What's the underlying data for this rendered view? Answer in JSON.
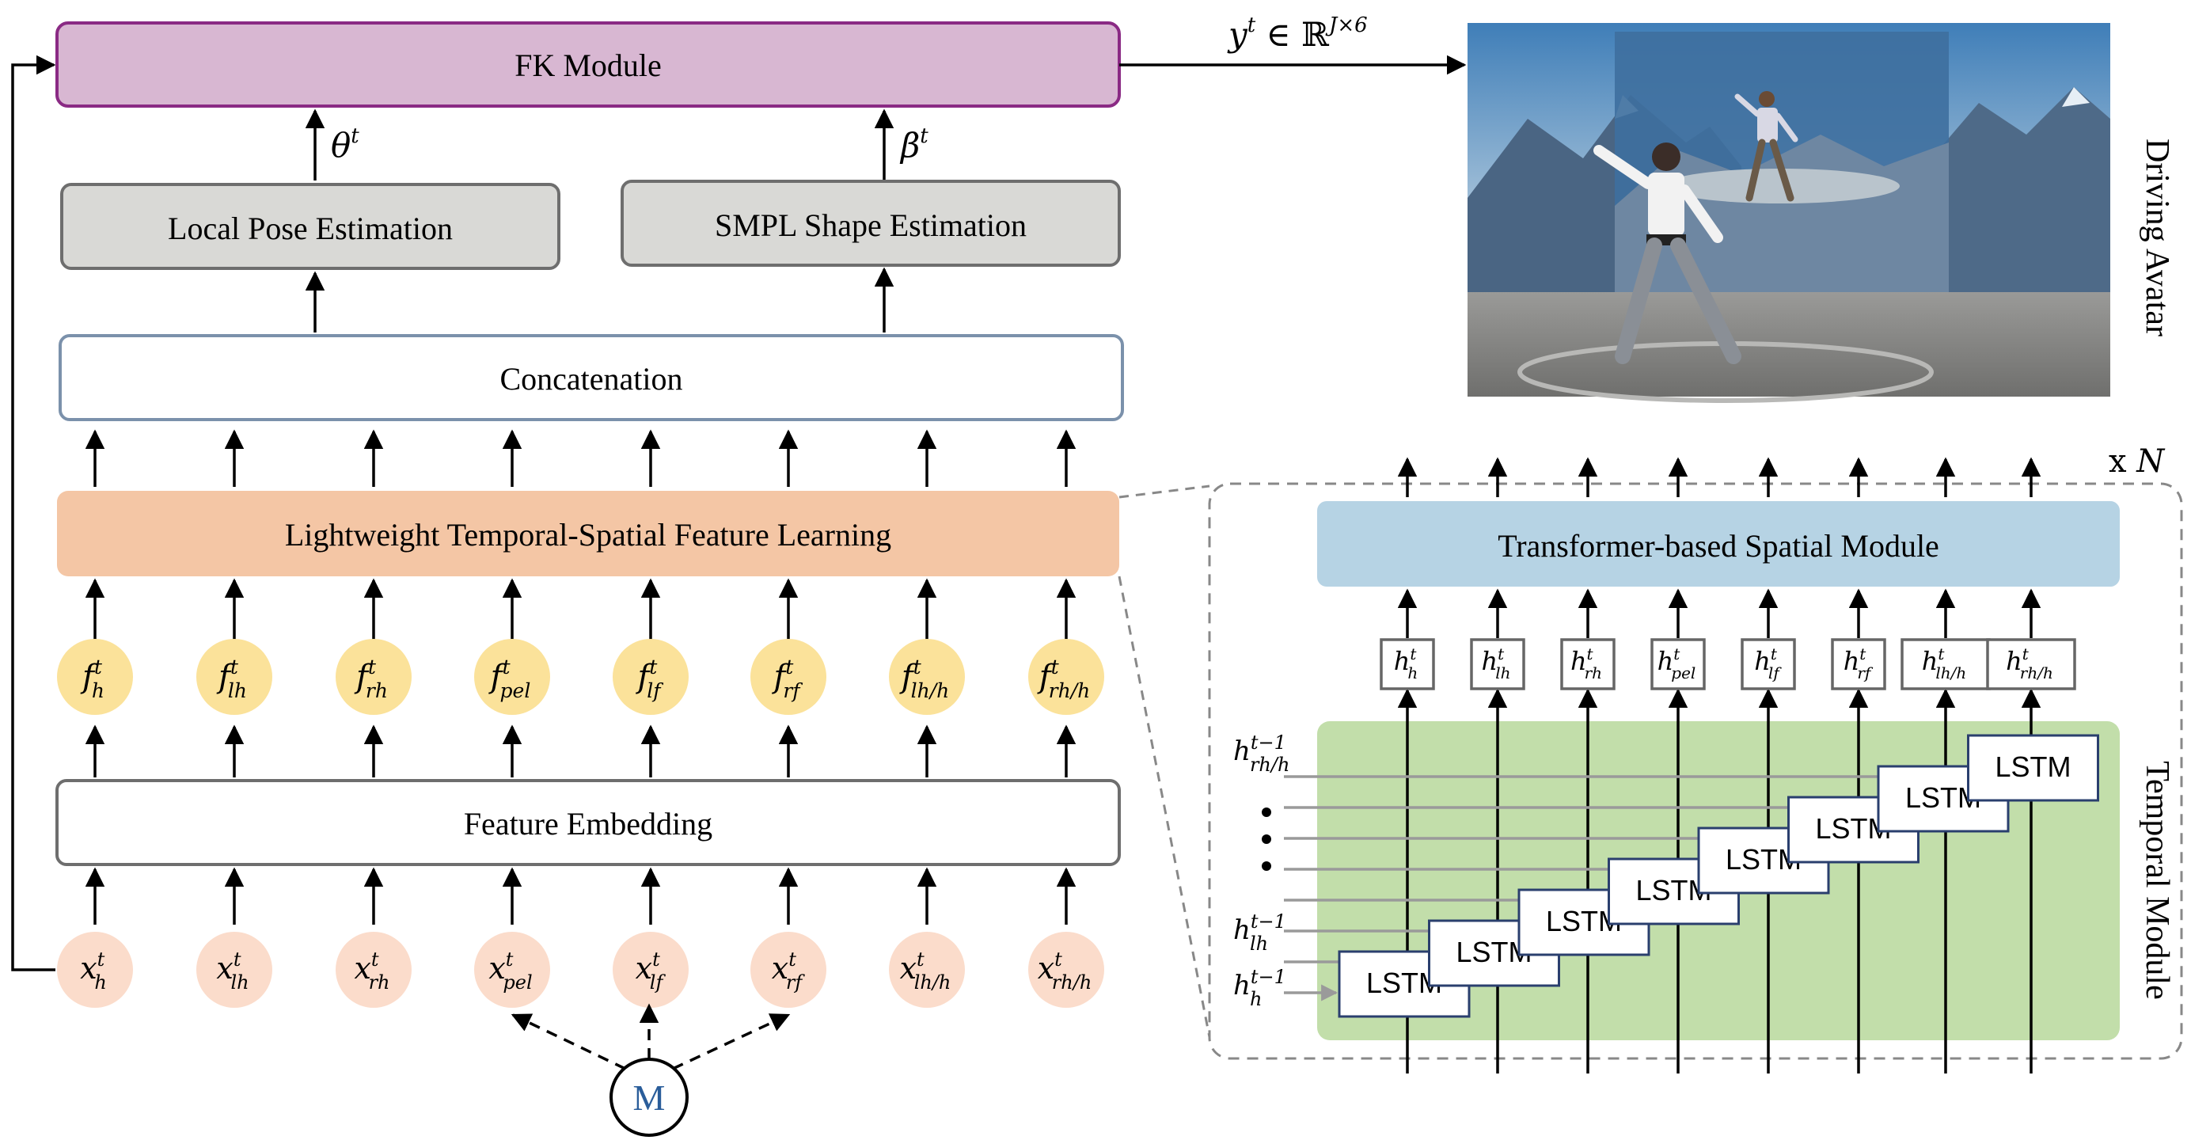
{
  "fk_module": {
    "label": "FK Module",
    "fill": "#d8b7d2",
    "stroke": "#8a2a84"
  },
  "local_pose": {
    "label": "Local Pose Estimation",
    "fill": "#d9d9d6",
    "stroke": "#6e6e6e"
  },
  "smpl_shape": {
    "label": "SMPL Shape Estimation",
    "fill": "#d9d9d6",
    "stroke": "#6e6e6e"
  },
  "concat": {
    "label": "Concatenation",
    "stroke": "#7b91ab"
  },
  "lightweight": {
    "label": "Lightweight Temporal-Spatial Feature Learning",
    "fill": "#f4c6a5"
  },
  "feature_embedding": {
    "label": "Feature Embedding",
    "stroke": "#6e6e6e"
  },
  "theta": {
    "base": "θ",
    "sup": "t"
  },
  "beta": {
    "base": "β",
    "sup": "t"
  },
  "y_output": {
    "base": "y",
    "sup": "t",
    "rest": " ∈ ℝ",
    "sup2": "J×6"
  },
  "driving_avatar": {
    "label": "Driving Avatar"
  },
  "m_node": {
    "label": "M",
    "color": "#2a5d9a"
  },
  "f_nodes": {
    "fill": "#fbe29a",
    "items": [
      {
        "base": "f",
        "sup": "t",
        "sub": "h"
      },
      {
        "base": "f",
        "sup": "t",
        "sub": "lh"
      },
      {
        "base": "f",
        "sup": "t",
        "sub": "rh"
      },
      {
        "base": "f",
        "sup": "t",
        "sub": "pel"
      },
      {
        "base": "f",
        "sup": "t",
        "sub": "lf"
      },
      {
        "base": "f",
        "sup": "t",
        "sub": "rf"
      },
      {
        "base": "f",
        "sup": "t",
        "sub": "lh/h"
      },
      {
        "base": "f",
        "sup": "t",
        "sub": "rh/h"
      }
    ]
  },
  "x_nodes": {
    "fill": "#fbdccb",
    "items": [
      {
        "base": "x",
        "sup": "t",
        "sub": "h"
      },
      {
        "base": "x",
        "sup": "t",
        "sub": "lh"
      },
      {
        "base": "x",
        "sup": "t",
        "sub": "rh"
      },
      {
        "base": "x",
        "sup": "t",
        "sub": "pel"
      },
      {
        "base": "x",
        "sup": "t",
        "sub": "lf"
      },
      {
        "base": "x",
        "sup": "t",
        "sub": "rf"
      },
      {
        "base": "x",
        "sup": "t",
        "sub": "lh/h"
      },
      {
        "base": "x",
        "sup": "t",
        "sub": "rh/h"
      }
    ]
  },
  "h_boxes": {
    "items": [
      {
        "base": "h",
        "sup": "t",
        "sub": "h"
      },
      {
        "base": "h",
        "sup": "t",
        "sub": "lh"
      },
      {
        "base": "h",
        "sup": "t",
        "sub": "rh"
      },
      {
        "base": "h",
        "sup": "t",
        "sub": "pel"
      },
      {
        "base": "h",
        "sup": "t",
        "sub": "lf"
      },
      {
        "base": "h",
        "sup": "t",
        "sub": "rf"
      },
      {
        "base": "h",
        "sup": "t",
        "sub": "lh/h"
      },
      {
        "base": "h",
        "sup": "t",
        "sub": "rh/h"
      }
    ]
  },
  "transformer": {
    "label": "Transformer-based Spatial Module",
    "fill": "#b6d3e4"
  },
  "temporal_module": {
    "label": "Temporal Module",
    "fill": "#c2deaa"
  },
  "lstm": {
    "label": "LSTM",
    "count": 8,
    "stroke": "#2a3f6e"
  },
  "hidden_inputs": [
    {
      "base": "h",
      "sup": "t−1",
      "sub": "rh/h"
    },
    {
      "base": "h",
      "sup": "t−1",
      "sub": "lh"
    },
    {
      "base": "h",
      "sup": "t−1",
      "sub": "h"
    }
  ],
  "repeat_label": {
    "prefix": "x ",
    "var": "N"
  }
}
